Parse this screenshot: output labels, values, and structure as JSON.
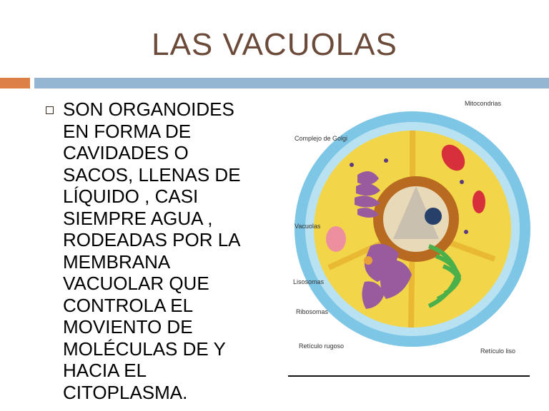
{
  "slide": {
    "title": "LAS VACUOLAS",
    "bullet_text": "SON ORGANOIDES\nEN FORMA DE\nCAVIDADES O\nSACOS, LLENAS DE\nLÍQUIDO , CASI\nSIEMPRE AGUA ,\nRODEADAS POR LA\nMEMBRANA\nVACUOLAR QUE\nCONTROLA EL\nMOVIENTO DE\nMOLÉCULAS DE Y\nHACIA EL\nCITOPLASMA."
  },
  "diagram": {
    "labels": {
      "mitocondrias": "Mitocondrias",
      "golgi": "Complejo de Golgi",
      "vacuolas": "Vacuolas",
      "lisosomas": "Lisosomas",
      "ribosomas": "Ribosomas",
      "reticulo_rugoso": "Retículo rugoso",
      "reticulo_liso": "Retículo liso"
    }
  },
  "colors": {
    "title": "#6b4a3a",
    "accent_orange": "#dd8047",
    "accent_blue": "#94b6d2"
  }
}
